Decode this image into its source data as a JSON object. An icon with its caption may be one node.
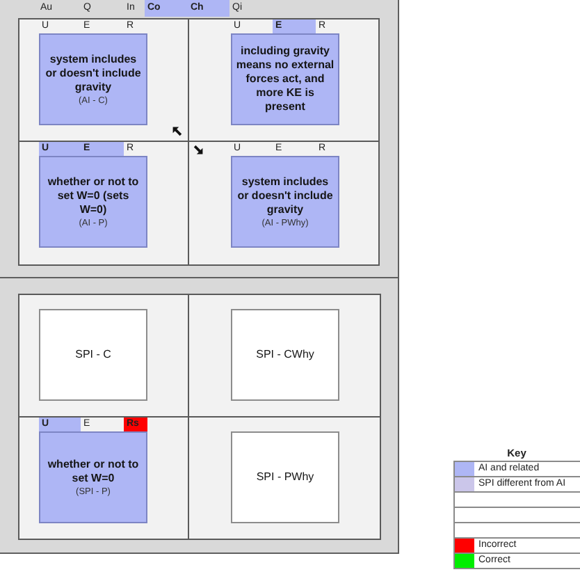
{
  "diagram": {
    "nodes": [
      {
        "text": [
          "system includes or doesn't include gravity",
          "(AI - C)"
        ],
        "beside": [
          "U",
          "E",
          "R"
        ]
      },
      {
        "text": [
          "including gravity means no external forces act, and more KE is present"
        ],
        "beside": [
          "U",
          "E",
          "R"
        ]
      },
      {
        "text": [
          "whether or not to set W=0 (sets W=0)",
          "(AI - P)"
        ],
        "beside": [
          "U",
          "E",
          "R"
        ]
      },
      {
        "text": [
          "system includes or doesn't include gravity",
          "(AI - PWhy)"
        ],
        "beside": [
          "U",
          "E",
          "R"
        ]
      },
      {
        "text": [
          "SPI - C"
        ]
      },
      {
        "text": [
          "SPI - CWhy"
        ]
      },
      {
        "text": [
          "whether or not to set W=0",
          "(SPI - P)"
        ],
        "beside": [
          "U",
          "E",
          "Rs"
        ]
      },
      {
        "text": [
          "SPI - PWhy"
        ]
      }
    ],
    "labels": [
      "Au",
      "Q",
      "In",
      "Co",
      "Ch",
      "Qi",
      "Key"
    ],
    "legend": [
      {
        "text": "AI and related",
        "color": "#aeb6f5"
      },
      {
        "text": "SPI different from AI",
        "color": "#cbc6ea"
      },
      {
        "text": "Incorrect",
        "color": "#ff0000"
      },
      {
        "text": "Correct",
        "color": "#00ee00"
      }
    ]
  }
}
